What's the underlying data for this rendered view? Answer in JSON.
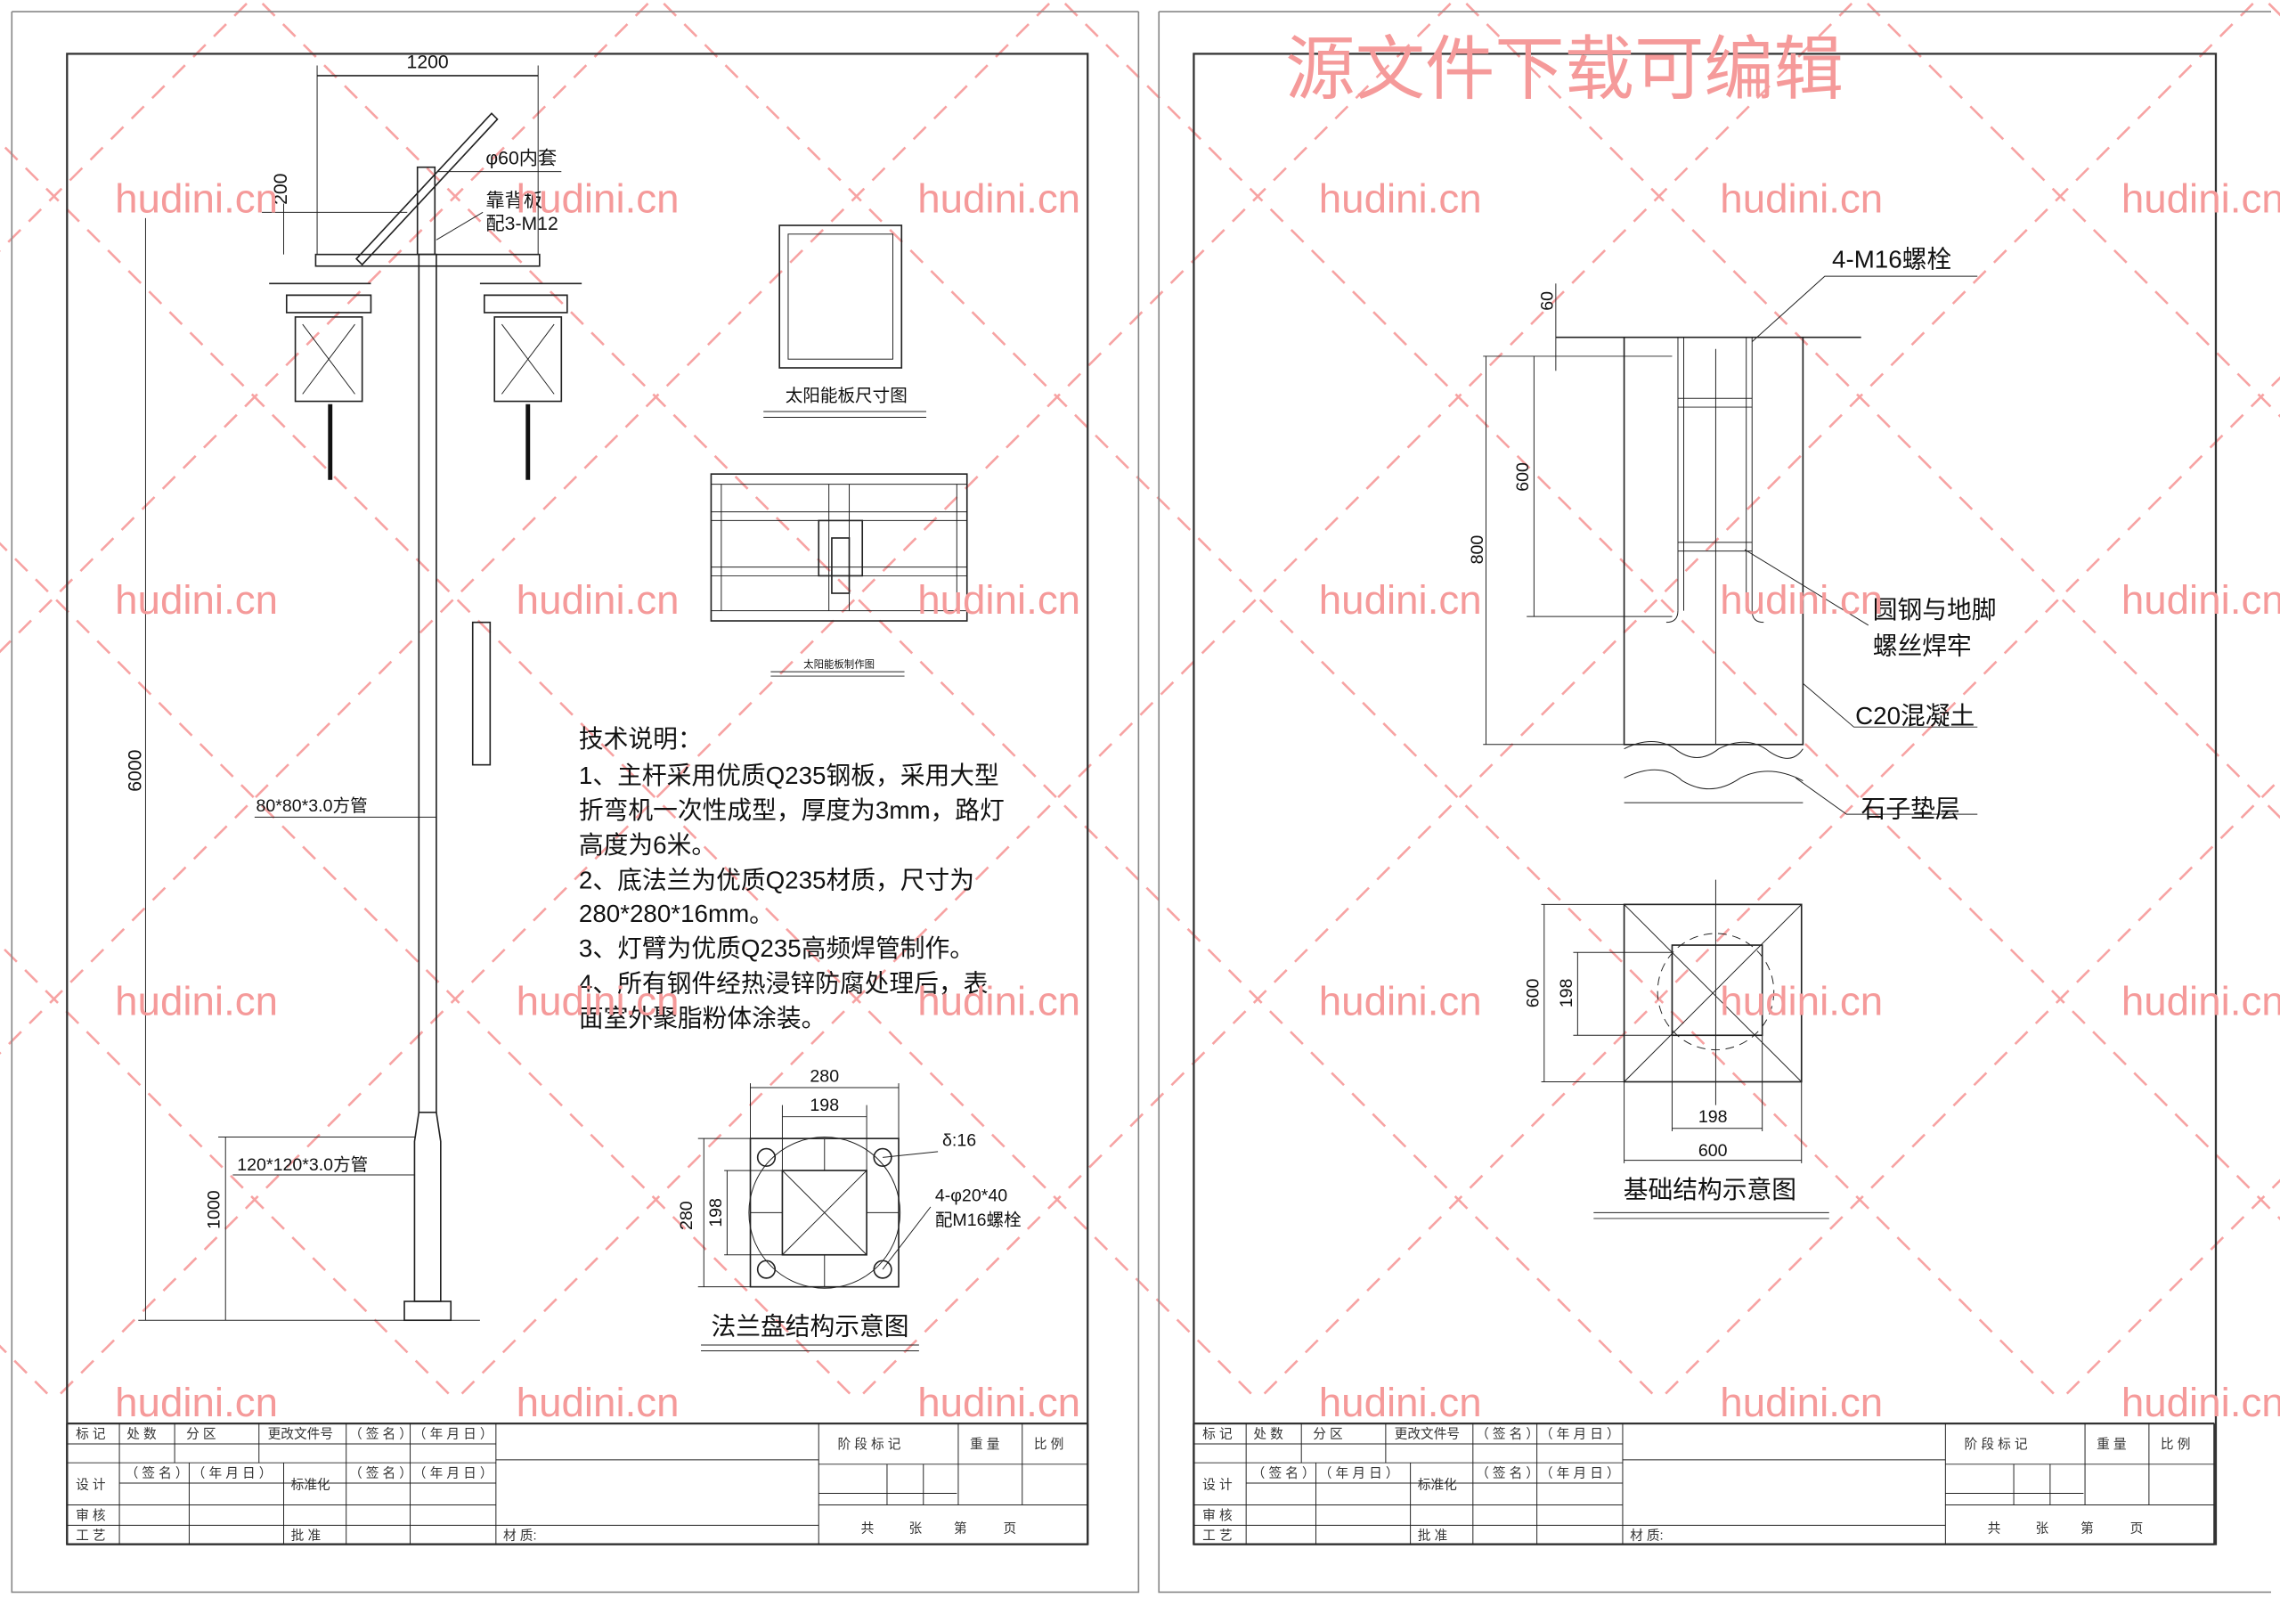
{
  "watermark": "hudini.cn",
  "banner": "源文件下载可编辑",
  "colors": {
    "watermark": "#f59a9a",
    "line": "#222222"
  },
  "left_sheet": {
    "dim_width": "1200",
    "dim_panel_height": "200",
    "label_inner_sleeve": "φ60内套",
    "label_backplate": "靠背板",
    "label_bolts": "配3-M12",
    "dim_total_height": "6000",
    "label_upper_tube": "80*80*3.0方管",
    "label_lower_tube": "120*120*3.0方管",
    "dim_lower_height": "1000",
    "panel_size_title": "太阳能板尺寸图",
    "panel_make_title": "太阳能板制作图",
    "notes_title": "技术说明：",
    "notes": [
      "1、主杆采用优质Q235钢板，采用大型",
      "折弯机一次性成型，厚度为3mm，路灯",
      "高度为6米。",
      "2、底法兰为优质Q235材质，尺寸为",
      "280*280*16mm。",
      "3、灯臂为优质Q235高频焊管制作。",
      "4、所有钢件经热浸锌防腐处理后，表",
      "面室外聚脂粉体涂装。"
    ],
    "flange": {
      "dim_outer": "280",
      "dim_inner": "198",
      "dim_outer_v": "280",
      "dim_inner_v": "198",
      "thickness": "δ:16",
      "holes": "4-φ20*40",
      "bolts": "配M16螺栓",
      "title": "法兰盘结构示意图"
    }
  },
  "right_sheet": {
    "bolts_label": "4-M16螺栓",
    "dim_top": "60",
    "dim_anchor": "600",
    "dim_depth": "800",
    "weld_note": [
      "圆钢与地脚",
      "螺丝焊牢"
    ],
    "concrete": "C20混凝土",
    "gravel": "石子垫层",
    "plan_dim_outer_v": "600",
    "plan_dim_inner_v": "198",
    "plan_dim_inner_h": "198",
    "plan_dim_outer_h": "600",
    "title": "基础结构示意图"
  },
  "title_block": {
    "mark": "标 记",
    "count": "处 数",
    "zone": "分 区",
    "change_doc": "更改文件号",
    "sign": "（ 签 名 ）",
    "date": "（ 年 月 日 ）",
    "design": "设 计",
    "standardize": "标准化",
    "review": "审 核",
    "process": "工 艺",
    "approve": "批 准",
    "material": "材 质:",
    "stage_mark": "阶 段 标 记",
    "weight": "重 量",
    "scale": "比 例",
    "total": "共",
    "sheets": "张",
    "page_no": "第",
    "page": "页"
  }
}
